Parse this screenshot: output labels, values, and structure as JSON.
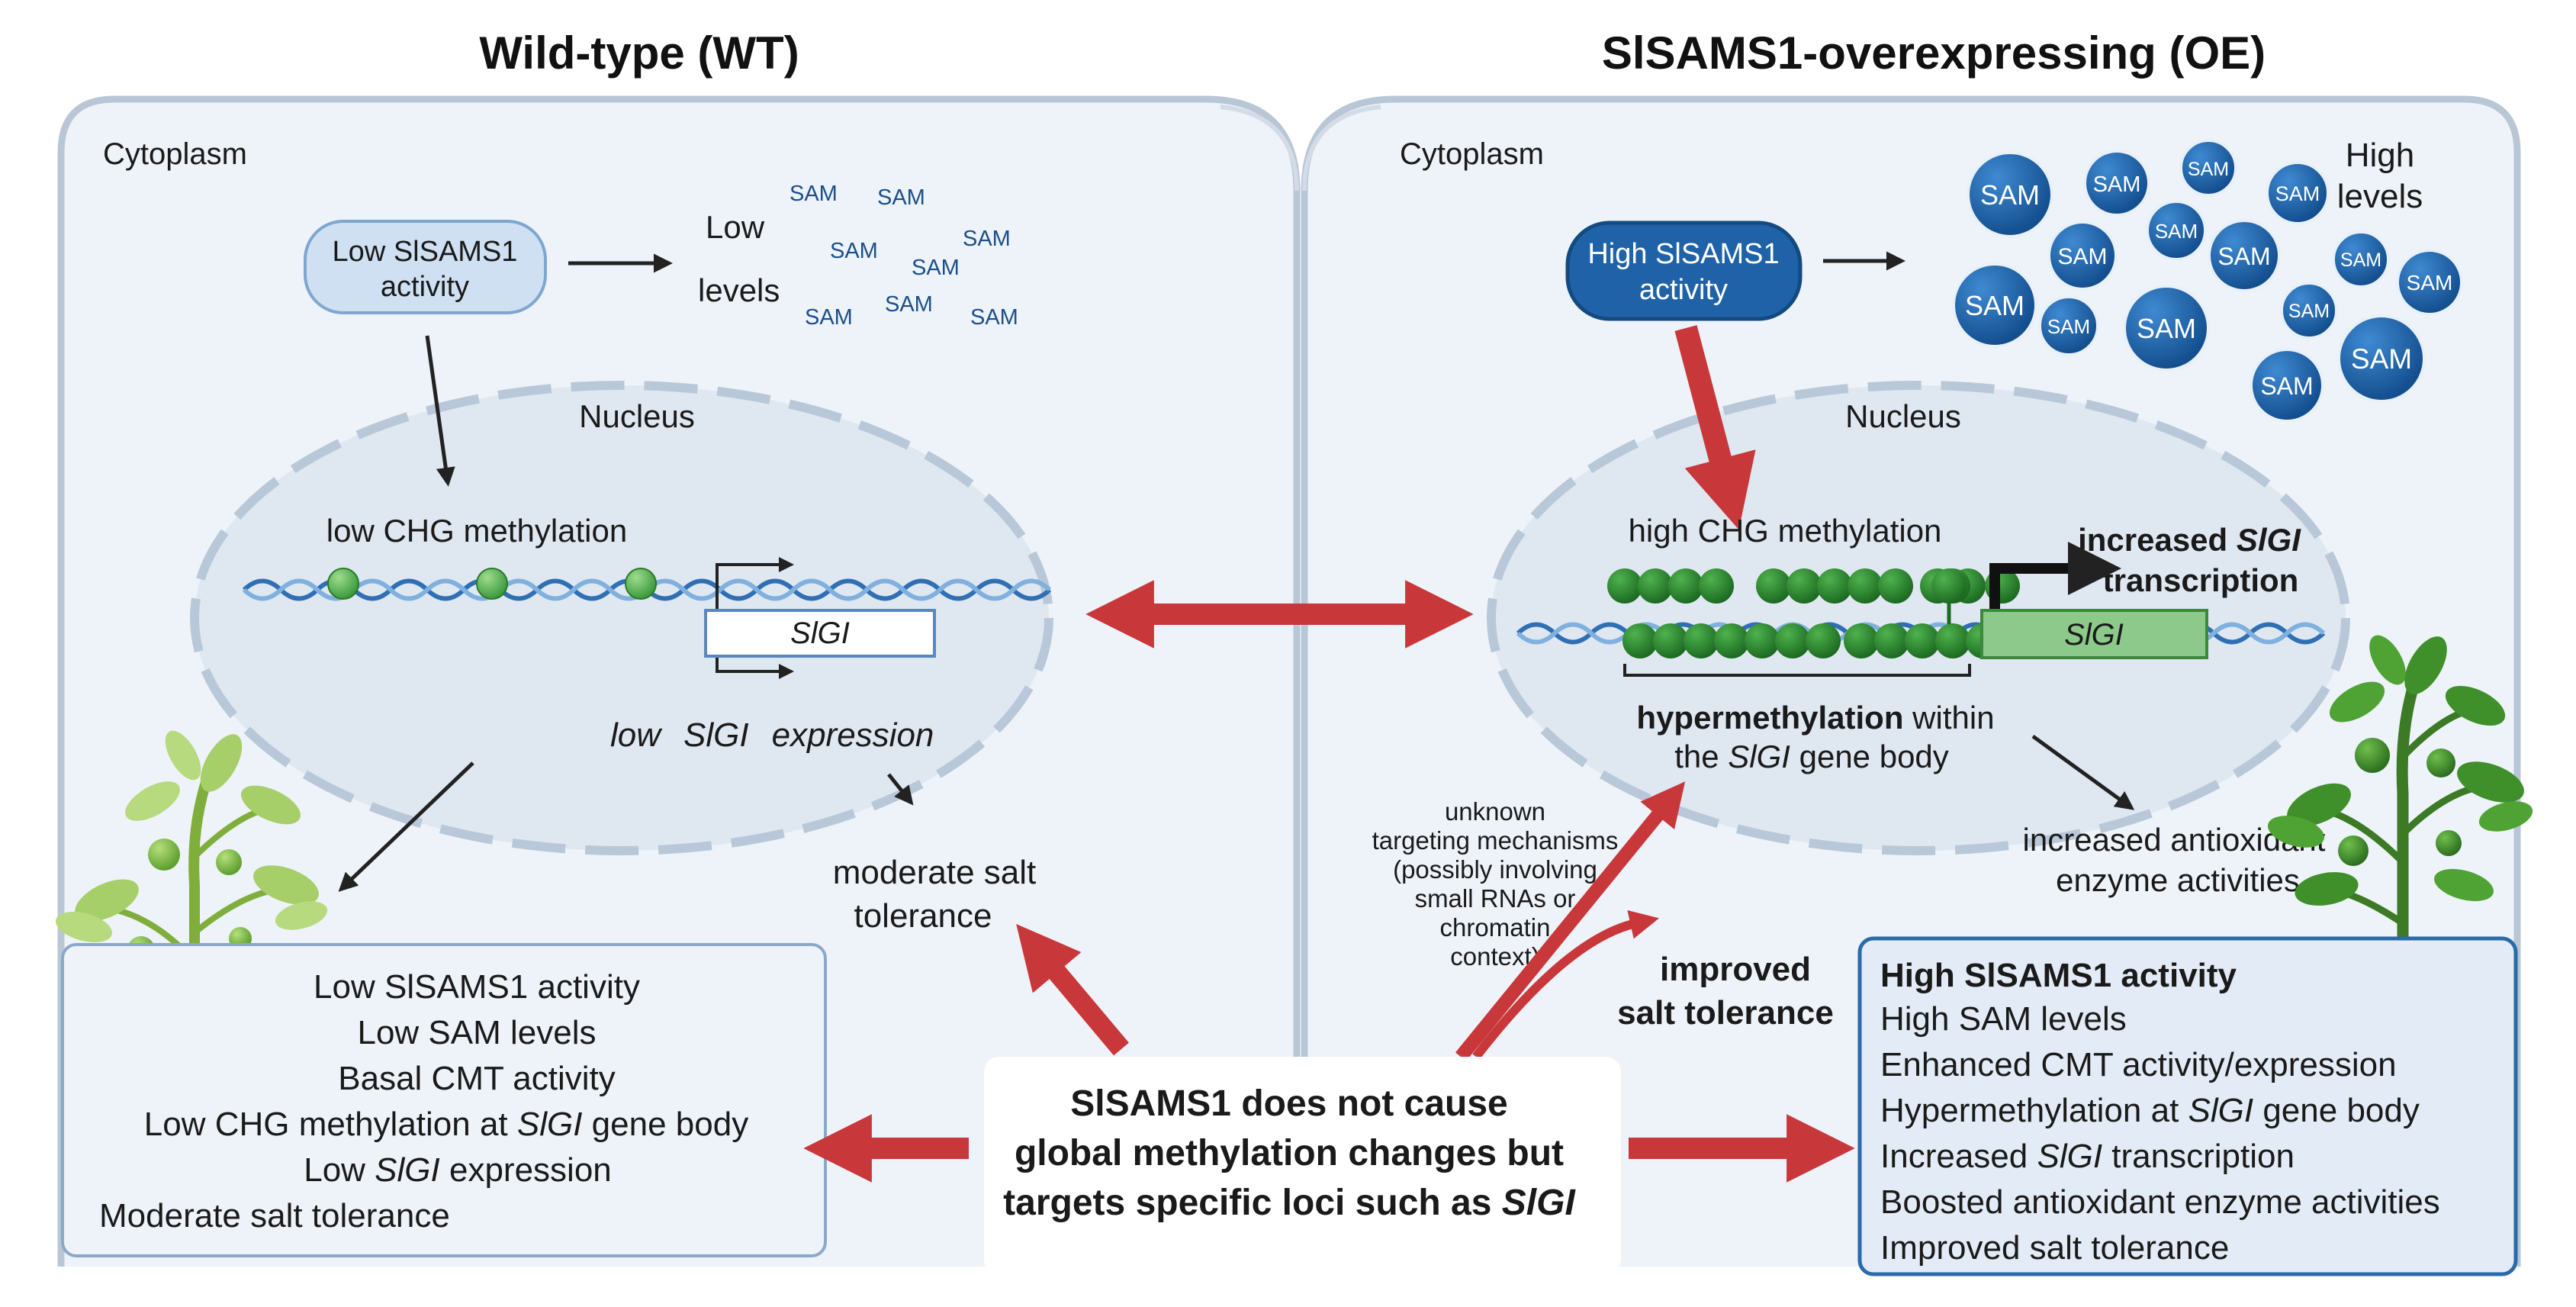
{
  "titles": {
    "wt": "Wild-type (WT)",
    "oe": "SlSAMS1-overexpressing (OE)"
  },
  "wt": {
    "cytoplasm": "Cytoplasm",
    "activity_l1": "Low SlSAMS1",
    "activity_l2": "activity",
    "low_word": "Low",
    "levels_word": "levels",
    "sam_label": "SAM",
    "nucleus": "Nucleus",
    "methylation": "low CHG methylation",
    "gene": "SlGI",
    "expr_pre": "low",
    "expr_gene": "SlGI",
    "expr_post": "expression",
    "tolerance_l1": "moderate salt",
    "tolerance_l2": "tolerance",
    "summary": [
      {
        "pre": "Low SlSAMS1 activity",
        "gene": "",
        "post": ""
      },
      {
        "pre": "Low SAM levels",
        "gene": "",
        "post": ""
      },
      {
        "pre": "Basal CMT activity",
        "gene": "",
        "post": ""
      },
      {
        "pre": "Low CHG methylation at ",
        "gene": "SlGI",
        "post": " gene body"
      },
      {
        "pre": "Low ",
        "gene": "SlGI",
        "post": " expression"
      },
      {
        "pre": "Moderate salt tolerance",
        "gene": "",
        "post": ""
      }
    ]
  },
  "oe": {
    "cytoplasm": "Cytoplasm",
    "activity_l1": "High SlSAMS1",
    "activity_l2": "activity",
    "high_l1": "High",
    "high_l2": "levels",
    "sam_label": "SAM",
    "nucleus": "Nucleus",
    "methylation": "high CHG methylation",
    "transcription_l1_pre": "increased ",
    "transcription_gene": "SlGI",
    "transcription_l2": "transcription",
    "gene": "SlGI",
    "hyper_bold": "hypermethylation",
    "hyper_rest": " within",
    "hyper_l2_pre": "the ",
    "hyper_l2_gene": "SlGI",
    "hyper_l2_post": " gene body",
    "antioxidant_l1": "increased antioxidant",
    "antioxidant_l2": "enzyme activities",
    "unknown_lines": [
      "unknown",
      "targeting mechanisms",
      "(possibly involving",
      "small RNAs or",
      "chromatin",
      "context)"
    ],
    "improved_l1": "improved",
    "improved_l2": "salt tolerance",
    "summary_title": "High SlSAMS1 activity",
    "summary": [
      {
        "pre": "High SAM levels",
        "gene": "",
        "post": ""
      },
      {
        "pre": "Enhanced CMT activity/expression",
        "gene": "",
        "post": ""
      },
      {
        "pre": "Hypermethylation at ",
        "gene": "SlGI",
        "post": " gene body"
      },
      {
        "pre": "Increased ",
        "gene": "SlGI",
        "post": " transcription"
      },
      {
        "pre": "Boosted antioxidant enzyme activities",
        "gene": "",
        "post": ""
      },
      {
        "pre": "Improved salt tolerance",
        "gene": "",
        "post": ""
      }
    ]
  },
  "center": {
    "l1": "SlSAMS1 does not cause",
    "l2": "global methylation changes but",
    "l3_pre": "targets specific loci such as ",
    "l3_gene": "SlGI"
  },
  "colors": {
    "arrow_red": "#c8383a",
    "sam_blue": "#1f62a8",
    "methyl_green": "#2a8a2f",
    "gene_green": "#8cc98a",
    "cell_bg": "#eef3f9",
    "nucleus_bg": "#dfe7f1"
  }
}
